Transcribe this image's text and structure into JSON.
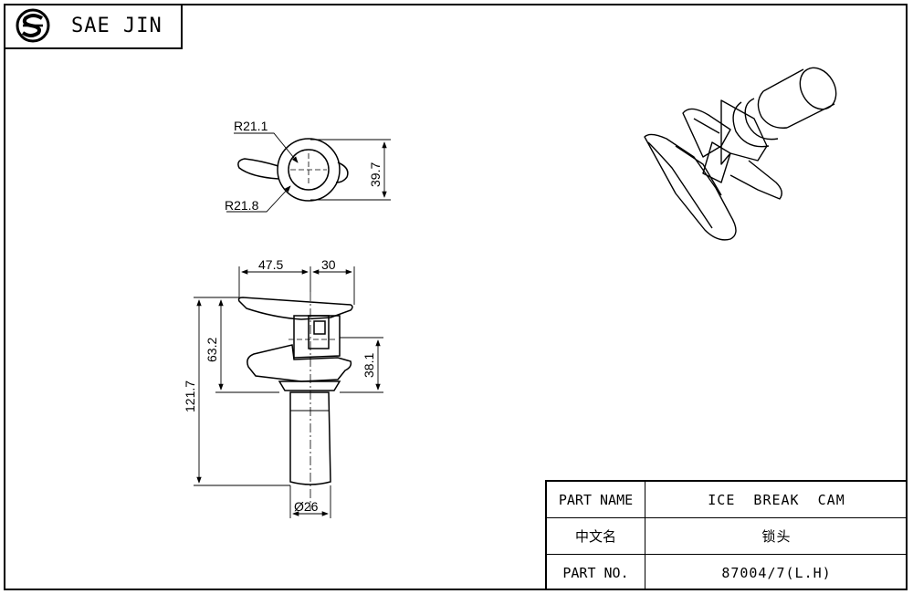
{
  "header": {
    "brand": "SAE JIN",
    "logo_icon": "sj-logo-icon"
  },
  "title_block": {
    "rows": [
      {
        "label": "PART NAME",
        "value": "ICE  BREAK  CAM"
      },
      {
        "label": "中文名",
        "value": "锁头"
      },
      {
        "label": "PART NO.",
        "value": "87004/7(L.H)"
      }
    ]
  },
  "dimensions": {
    "top_view": {
      "r_upper": "R21.1",
      "r_lower": "R21.8",
      "height": "39.7"
    },
    "front_view": {
      "width_left": "47.5",
      "width_right": "30",
      "height_cam": "63.2",
      "height_total": "121.7",
      "height_notch": "38.1",
      "diameter": "Ø26"
    }
  }
}
